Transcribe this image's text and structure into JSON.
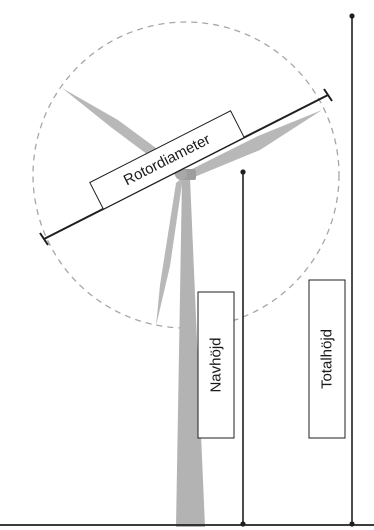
{
  "labels": {
    "rotor_diameter": "Rotordiameter",
    "hub_height": "Navhöjd",
    "total_height": "Totalhöjd"
  },
  "colors": {
    "turbine": "#b3b3b3",
    "turbine_dark": "#9e9e9e",
    "line": "#1f1f1f",
    "rotor_circle": "#a6a6a6",
    "background": "#ffffff"
  }
}
